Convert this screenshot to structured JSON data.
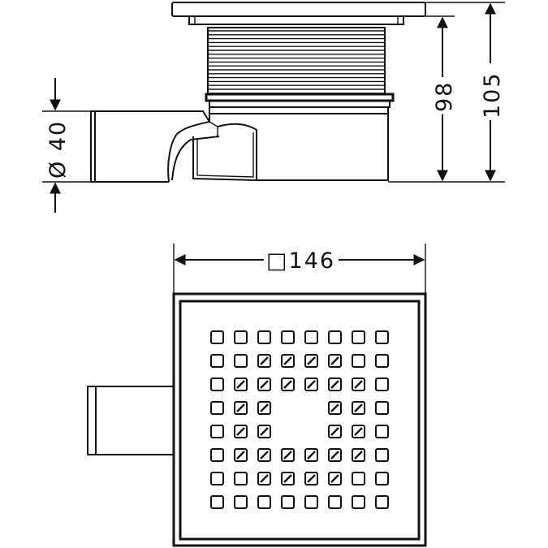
{
  "dimensions": {
    "diameter_label": "Ø 40",
    "height_body": "98",
    "height_total": "105",
    "width_label": "□146"
  },
  "grate": {
    "rows": 8,
    "cols": 8,
    "hidden_cells": [
      [
        3,
        3
      ],
      [
        3,
        4
      ],
      [
        4,
        3
      ],
      [
        4,
        4
      ]
    ]
  }
}
